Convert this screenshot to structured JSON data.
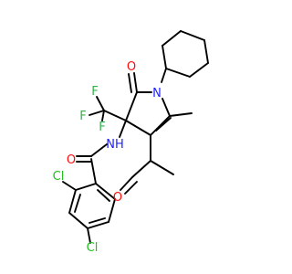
{
  "molecule": {
    "atom_labels": {
      "n_ring": "N",
      "o_ring": "O",
      "o_acetyl": "O",
      "o_amide": "O",
      "nh": "NH",
      "f1": "F",
      "f2": "F",
      "f3": "F",
      "cl_ortho": "Cl",
      "cl_para": "Cl"
    },
    "colors": {
      "bond": "#000000",
      "nitrogen": "#2020ff",
      "oxygen": "#ff0d0d",
      "fluorine": "#33b24c",
      "chlorine": "#20c020"
    }
  }
}
